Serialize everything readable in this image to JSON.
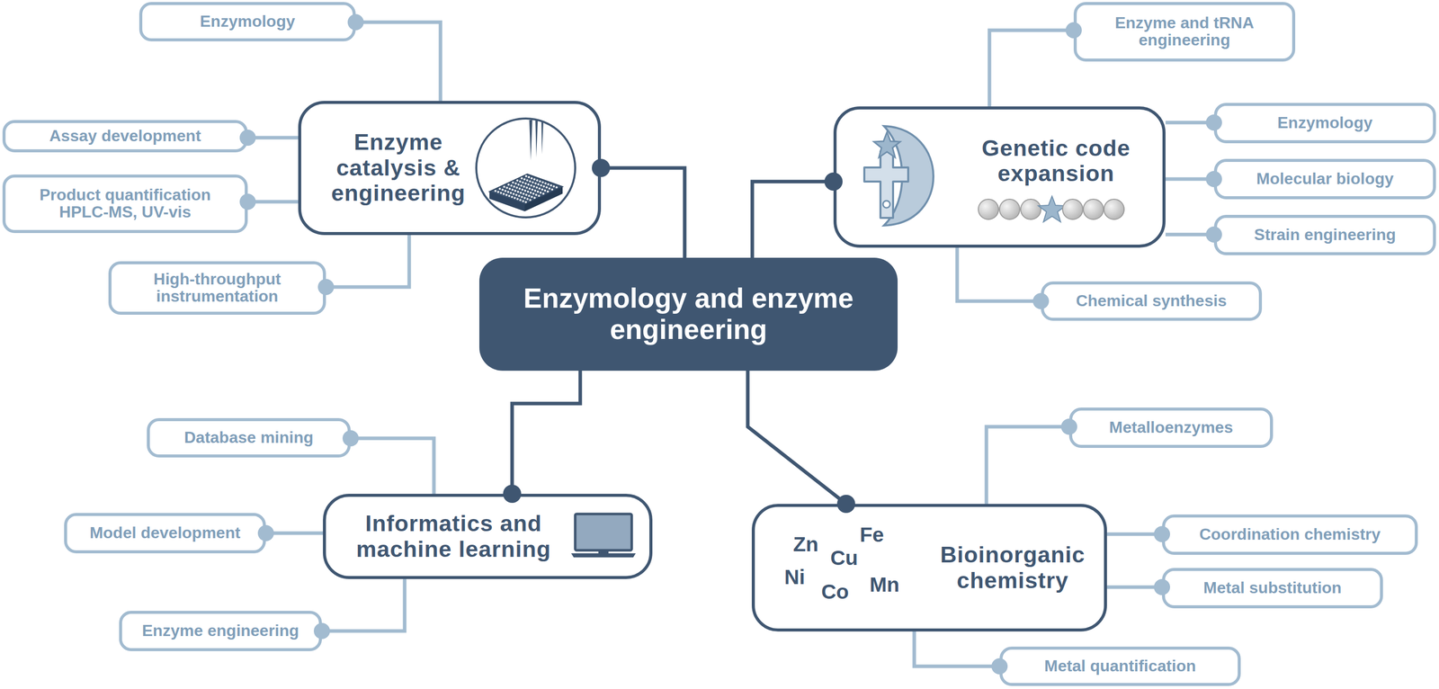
{
  "diagram": {
    "nodes": [
      {
        "text": [
          "Enzymology and enzyme engineering"
        ]
      },
      {
        "text": [
          "Enzyme catalysis & engineering"
        ]
      },
      {
        "text": [
          "Enzymology"
        ]
      },
      {
        "text": [
          "Assay development"
        ]
      },
      {
        "text": [
          "Product quantification HPLC-MS, UV-vis"
        ]
      },
      {
        "text": [
          "High-throughput instrumentation"
        ]
      },
      {
        "text": [
          "Genetic code expansion"
        ]
      },
      {
        "text": [
          "Enzyme and tRNA engineering"
        ]
      },
      {
        "text": [
          "Enzymology"
        ]
      },
      {
        "text": [
          "Molecular biology"
        ]
      },
      {
        "text": [
          "Strain engineering"
        ]
      },
      {
        "text": [
          "Chemical synthesis"
        ]
      },
      {
        "text": [
          "Informatics and machine learning"
        ]
      },
      {
        "text": [
          "Database mining"
        ]
      },
      {
        "text": [
          "Model development"
        ]
      },
      {
        "text": [
          "Enzyme engineering"
        ]
      },
      {
        "text": [
          "Bioinorganic chemistry"
        ]
      },
      {
        "text": [
          "Metalloenzymes"
        ]
      },
      {
        "text": [
          "Coordination chemistry"
        ]
      },
      {
        "text": [
          "Metal substitution"
        ]
      },
      {
        "text": [
          "Metal quantification"
        ]
      }
    ],
    "edges": [
      {
        "from": 0,
        "to": 1,
        "arrow": "none"
      },
      {
        "from": 0,
        "to": 6,
        "arrow": "none"
      },
      {
        "from": 0,
        "to": 12,
        "arrow": "none"
      },
      {
        "from": 0,
        "to": 16,
        "arrow": "none"
      },
      {
        "from": 1,
        "to": 2,
        "arrow": "none"
      },
      {
        "from": 1,
        "to": 3,
        "arrow": "none"
      },
      {
        "from": 1,
        "to": 4,
        "arrow": "none"
      },
      {
        "from": 1,
        "to": 5,
        "arrow": "none"
      },
      {
        "from": 6,
        "to": 7,
        "arrow": "none"
      },
      {
        "from": 6,
        "to": 8,
        "arrow": "none"
      },
      {
        "from": 6,
        "to": 9,
        "arrow": "none"
      },
      {
        "from": 6,
        "to": 10,
        "arrow": "none"
      },
      {
        "from": 6,
        "to": 11,
        "arrow": "none"
      },
      {
        "from": 12,
        "to": 13,
        "arrow": "none"
      },
      {
        "from": 12,
        "to": 14,
        "arrow": "none"
      },
      {
        "from": 12,
        "to": 15,
        "arrow": "none"
      },
      {
        "from": 16,
        "to": 17,
        "arrow": "none"
      },
      {
        "from": 16,
        "to": 18,
        "arrow": "none"
      },
      {
        "from": 16,
        "to": 19,
        "arrow": "none"
      },
      {
        "from": 16,
        "to": 20,
        "arrow": "none"
      }
    ],
    "labels": [
      "Zn",
      "Fe",
      "Cu",
      "Ni",
      "Co",
      "Mn"
    ]
  }
}
